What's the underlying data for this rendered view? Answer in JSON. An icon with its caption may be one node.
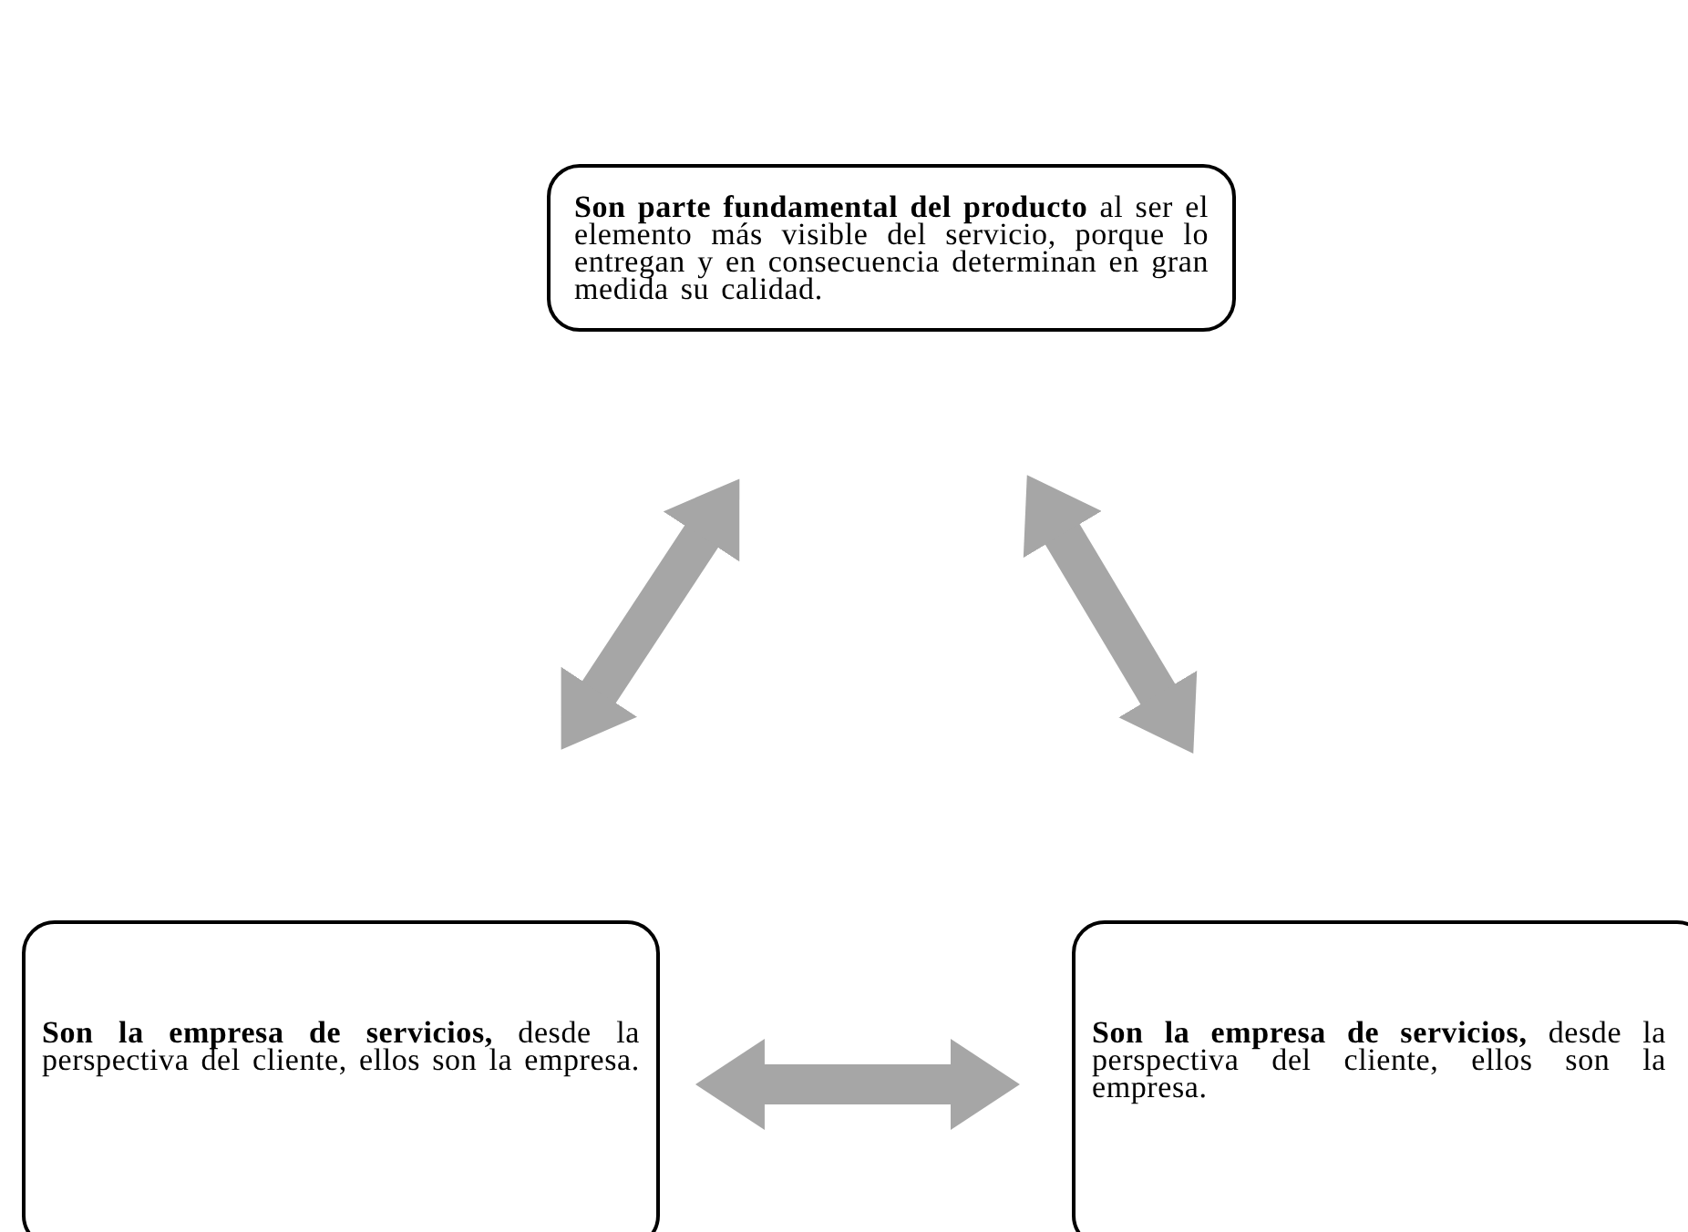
{
  "diagram": {
    "nodes": [
      {
        "text": [
          "**Son parte fundamental del producto** al ser el elemento más visible del servicio, porque lo entregan y en consecuencia determinan en gran medida su calidad."
        ]
      },
      {
        "text": [
          "**Son la empresa de servicios,** desde la perspectiva del cliente, ellos son la empresa."
        ]
      },
      {
        "text": [
          "**Son la empresa de servicios,** desde la perspectiva del cliente, ellos son la empresa."
        ]
      }
    ],
    "edges": [
      {
        "from": 0,
        "to": 1,
        "arrow": "both"
      },
      {
        "from": 0,
        "to": 2,
        "arrow": "both"
      },
      {
        "from": 1,
        "to": 2,
        "arrow": "both"
      }
    ]
  }
}
